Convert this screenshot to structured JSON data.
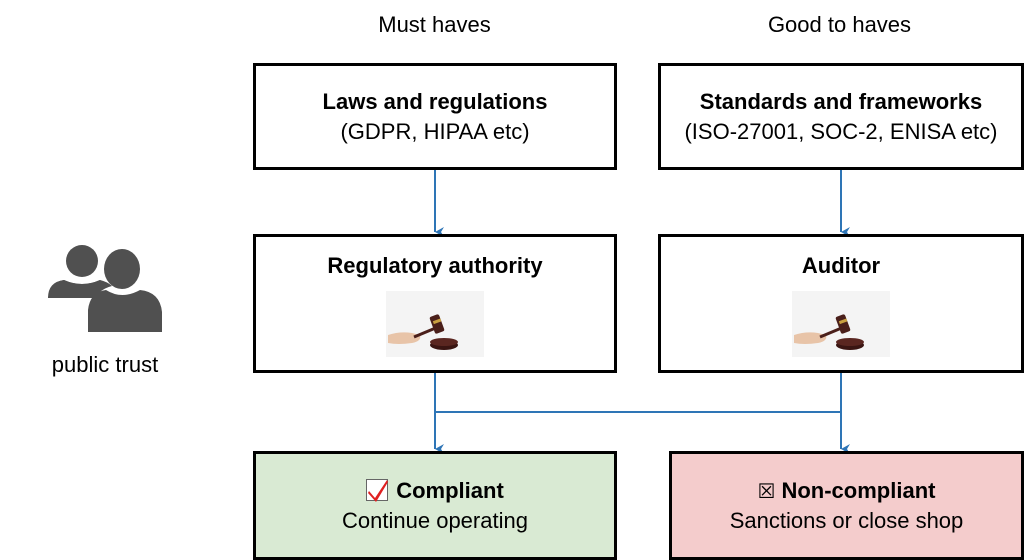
{
  "columns": {
    "left_header": "Must haves",
    "right_header": "Good to haves"
  },
  "boxes": {
    "laws": {
      "title": "Laws and regulations",
      "subtitle": "(GDPR, HIPAA etc)"
    },
    "standards": {
      "title": "Standards and frameworks",
      "subtitle": "(ISO-27001, SOC-2, ENISA etc)"
    },
    "regulator": {
      "title": "Regulatory authority",
      "image": "gavel-image"
    },
    "auditor": {
      "title": "Auditor",
      "image": "gavel-image"
    },
    "compliant": {
      "icon": "checkbox-checked-icon",
      "title": "Compliant",
      "subtitle": "Continue operating",
      "color": "#d9ead3"
    },
    "noncompliant": {
      "icon": "checkbox-x-icon",
      "icon_glyph": "☒",
      "title": "Non-compliant",
      "subtitle": "Sanctions or close shop",
      "color": "#f4cccc"
    }
  },
  "side": {
    "icon": "people-icon",
    "label": "public trust"
  },
  "colors": {
    "arrow": "#2e75b6",
    "icon_gray": "#505050"
  }
}
